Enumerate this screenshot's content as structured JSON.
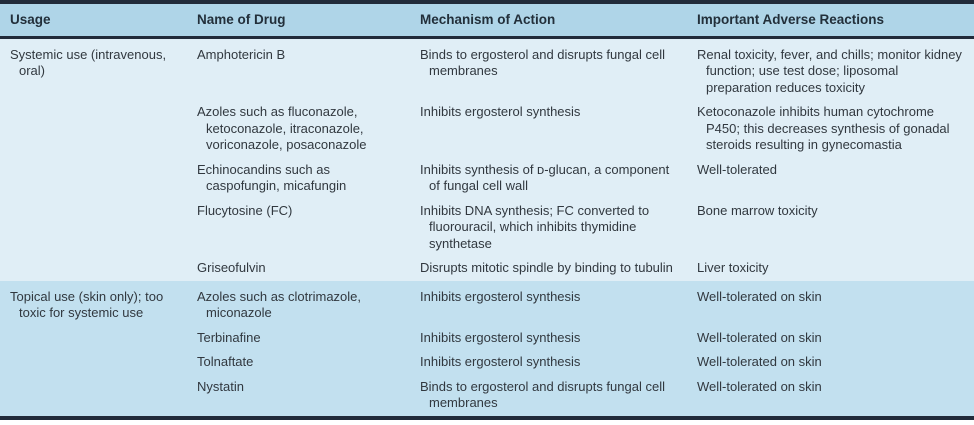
{
  "colors": {
    "frame-dark": "#212b3a",
    "header-bg": "#afd5e8",
    "section1-bg": "#e0eef6",
    "section2-bg": "#c2e0ef",
    "header-text": "#222f3a",
    "body-text": "#31383f"
  },
  "table": {
    "columns": [
      "Usage",
      "Name of Drug",
      "Mechanism of Action",
      "Important Adverse Reactions"
    ],
    "sections": [
      {
        "usage": "Systemic use (intravenous, oral)",
        "rows": [
          {
            "drug": "Amphotericin B",
            "mechanism": "Binds to ergosterol and disrupts fungal cell membranes",
            "adverse": "Renal toxicity, fever, and chills; monitor kidney function; use test dose; liposomal preparation reduces toxicity"
          },
          {
            "drug": "Azoles such as fluconazole, ketoconazole, itraconazole, voriconazole, posaconazole",
            "mechanism": "Inhibits ergosterol synthesis",
            "adverse": "Ketoconazole inhibits human cytochrome P450; this decreases synthesis of gonadal steroids resulting in gynecomastia"
          },
          {
            "drug": "Echinocandins such as caspofungin, micafungin",
            "mechanism": "Inhibits synthesis of ᴅ-glucan, a component of fungal cell wall",
            "adverse": "Well-tolerated"
          },
          {
            "drug": "Flucytosine (FC)",
            "mechanism": "Inhibits DNA synthesis; FC converted to fluorouracil, which inhibits thymidine synthetase",
            "adverse": "Bone marrow toxicity"
          },
          {
            "drug": "Griseofulvin",
            "mechanism": "Disrupts mitotic spindle by binding to tubulin",
            "adverse": "Liver toxicity"
          }
        ]
      },
      {
        "usage": "Topical use (skin only); too toxic for systemic use",
        "rows": [
          {
            "drug": "Azoles such as clotrimazole, miconazole",
            "mechanism": "Inhibits ergosterol synthesis",
            "adverse": "Well-tolerated on skin"
          },
          {
            "drug": "Terbinafine",
            "mechanism": "Inhibits ergosterol synthesis",
            "adverse": "Well-tolerated on skin"
          },
          {
            "drug": "Tolnaftate",
            "mechanism": "Inhibits ergosterol synthesis",
            "adverse": "Well-tolerated on skin"
          },
          {
            "drug": "Nystatin",
            "mechanism": "Binds to ergosterol and disrupts fungal cell membranes",
            "adverse": "Well-tolerated on skin"
          }
        ]
      }
    ]
  }
}
